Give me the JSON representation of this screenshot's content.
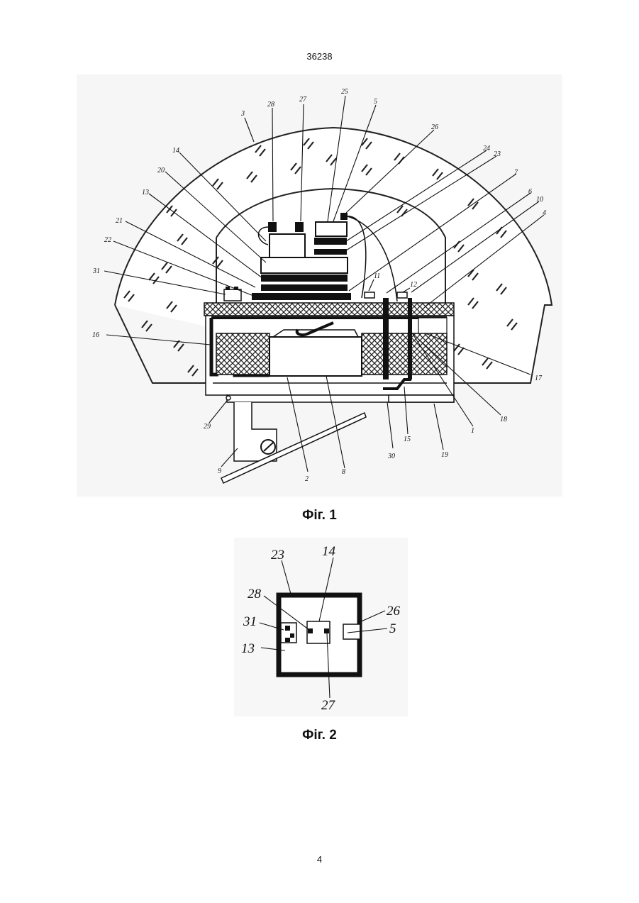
{
  "page": {
    "number_top": "36238",
    "number_bottom": "4"
  },
  "figure1": {
    "caption": "Фіг. 1",
    "callouts": [
      "1",
      "2",
      "3",
      "4",
      "5",
      "6",
      "7",
      "8",
      "9",
      "10",
      "11",
      "12",
      "13",
      "14",
      "15",
      "16",
      "17",
      "18",
      "19",
      "20",
      "21",
      "22",
      "23",
      "24",
      "25",
      "26",
      "27",
      "28",
      "29",
      "30",
      "31"
    ]
  },
  "figure2": {
    "caption": "Фіг. 2",
    "callouts": [
      "23",
      "14",
      "28",
      "26",
      "31",
      "5",
      "13",
      "27"
    ]
  }
}
